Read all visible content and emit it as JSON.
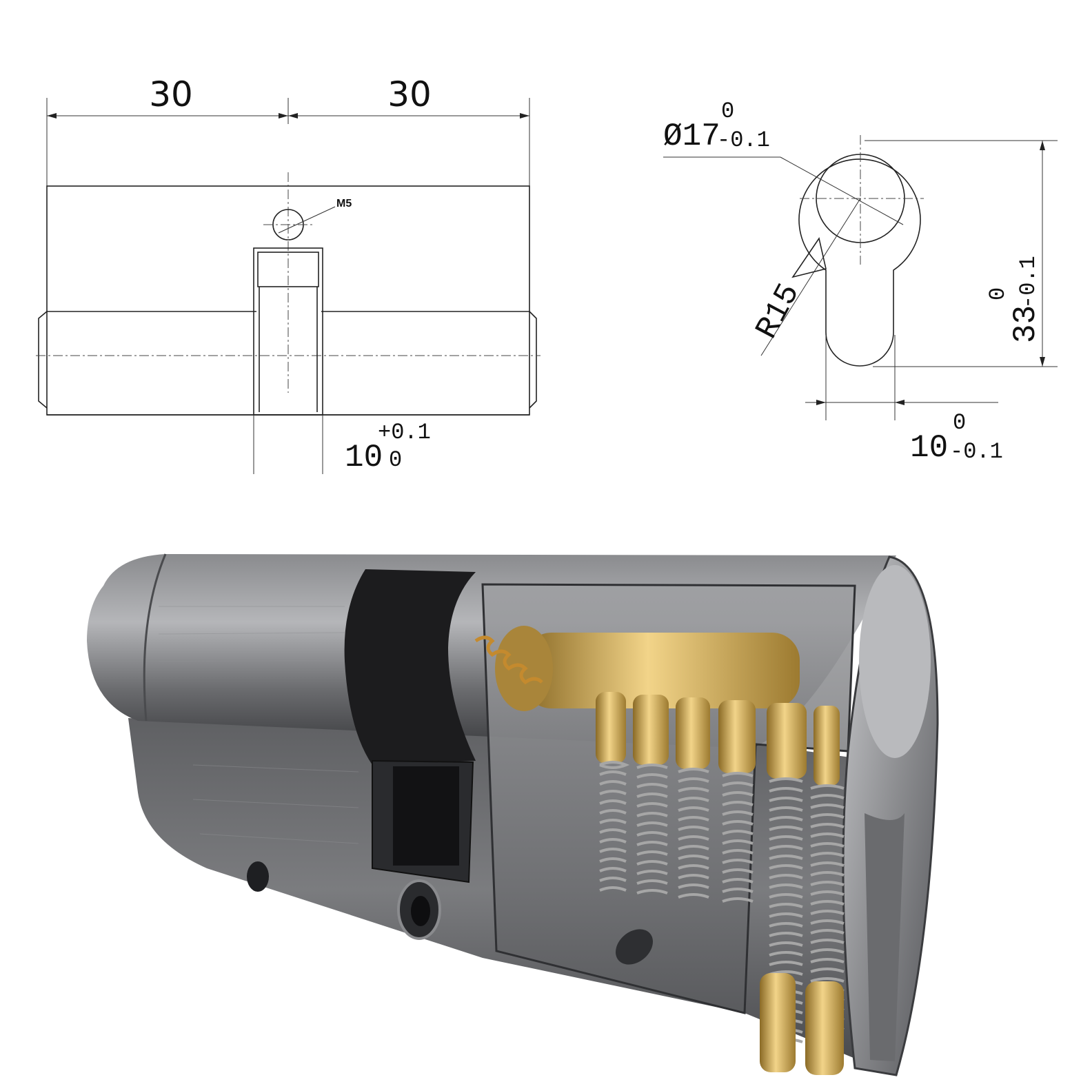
{
  "front_view": {
    "left_length": "30",
    "right_length": "30",
    "screw_label": "M5",
    "cam_width_main": "10",
    "cam_width_upper": "+0.1",
    "cam_width_lower": "0"
  },
  "profile_view": {
    "diameter_main": "Ø17",
    "diameter_upper": "0",
    "diameter_lower": "-0.1",
    "radius_label": "R15",
    "height_main": "33",
    "height_upper": "0",
    "height_lower": "-0.1",
    "width_main": "10",
    "width_upper": "0",
    "width_lower": "-0.1"
  },
  "colors": {
    "body": "#6e6f72",
    "body_light": "#a3a4a7",
    "body_dark": "#3a3b3e",
    "cam": "#1c1c1e",
    "brass": "#d8b15c",
    "brass_dark": "#8a6a26",
    "spring": "#9a9a9a"
  }
}
